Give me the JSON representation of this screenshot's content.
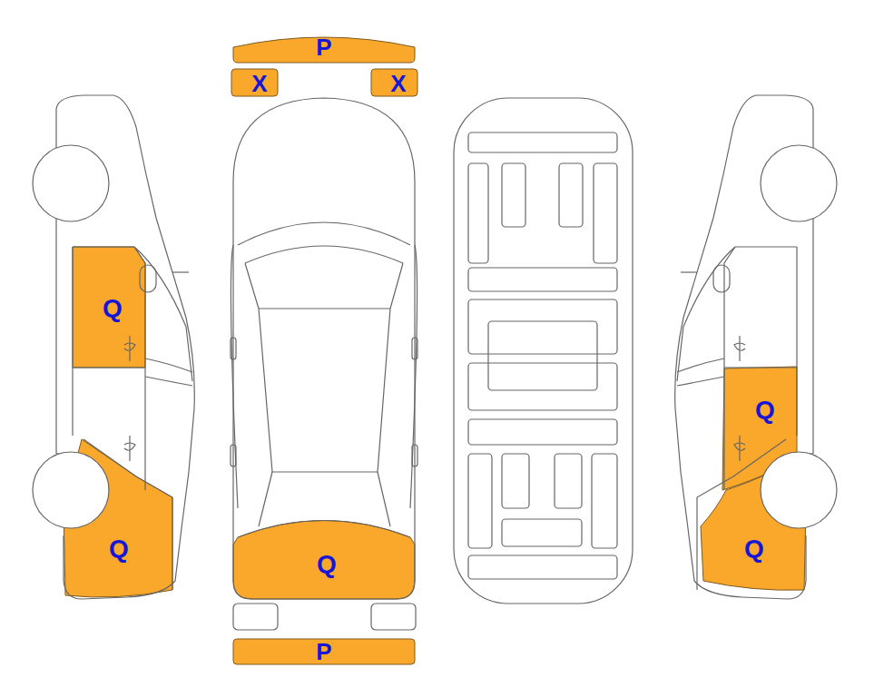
{
  "diagram": {
    "nodes": [
      {
        "text": [
          "P"
        ]
      },
      {
        "text": [
          "X"
        ]
      },
      {
        "text": [
          "X"
        ]
      },
      {
        "text": [
          "Q"
        ]
      },
      {
        "text": [
          "Q"
        ]
      },
      {
        "text": [
          "Q"
        ]
      },
      {
        "text": [
          "Q"
        ]
      },
      {
        "text": [
          "Q"
        ]
      },
      {
        "text": [
          "P"
        ]
      }
    ]
  }
}
